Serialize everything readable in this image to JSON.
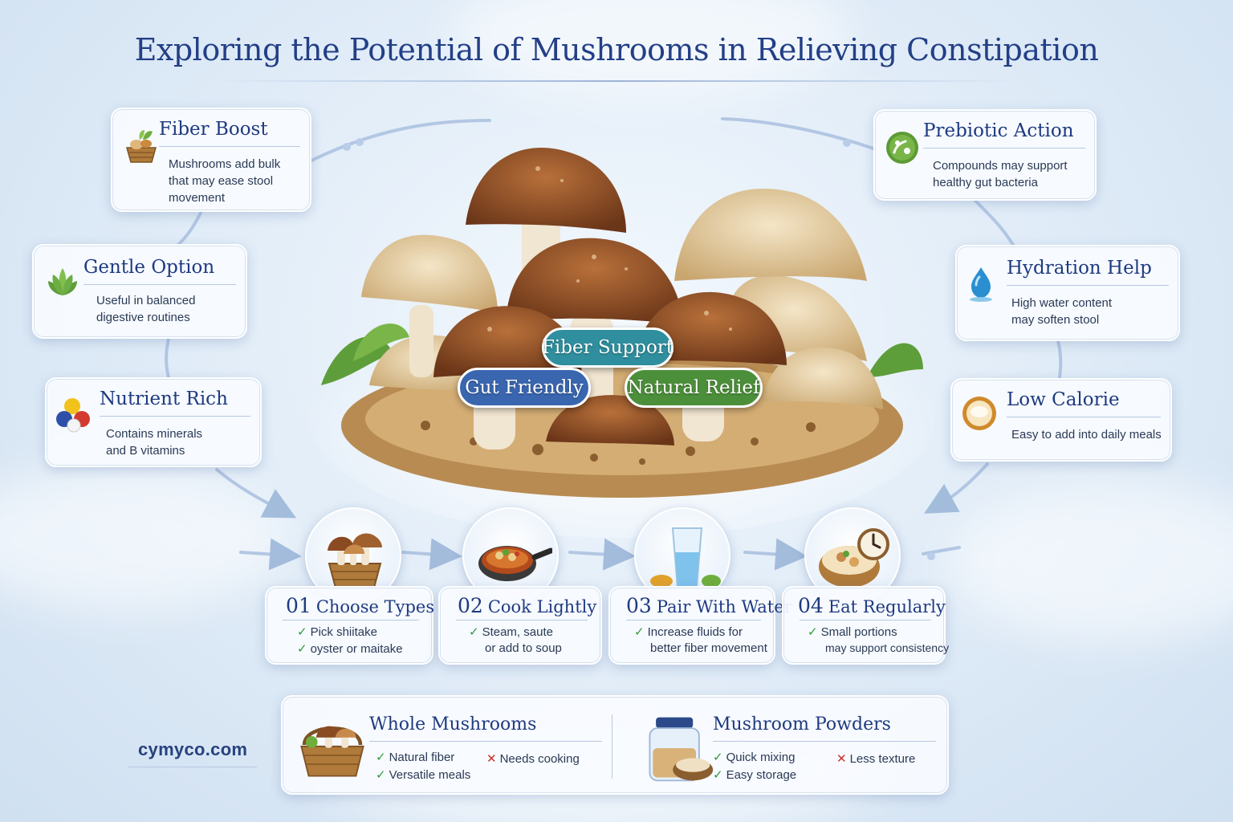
{
  "title": "Exploring the Potential of Mushrooms in Relieving Constipation",
  "benefits": [
    {
      "title": "Fiber Boost",
      "text": [
        "Mushrooms add bulk",
        "that may ease stool",
        "movement"
      ],
      "icon": "basket-icon"
    },
    {
      "title": "Gentle Option",
      "text": [
        "Useful in balanced",
        "digestive routines"
      ],
      "icon": "leaf-icon"
    },
    {
      "title": "Nutrient Rich",
      "text": [
        "Contains minerals",
        "and B vitamins"
      ],
      "icon": "nutrient-spheres-icon"
    },
    {
      "title": "Prebiotic Action",
      "text": [
        "Compounds may support",
        "healthy gut bacteria"
      ],
      "icon": "bacteria-icon"
    },
    {
      "title": "Hydration Help",
      "text": [
        "High water content",
        "may soften stool"
      ],
      "icon": "water-drop-icon"
    },
    {
      "title": "Low Calorie",
      "text": [
        "Easy to add into daily meals"
      ],
      "icon": "plate-icon"
    }
  ],
  "badges": [
    {
      "label": "Fiber Support",
      "color": "#2f8f9e"
    },
    {
      "label": "Gut Friendly",
      "color": "#3a66b0"
    },
    {
      "label": "Natural Relief",
      "color": "#4c8f3a"
    }
  ],
  "steps": [
    {
      "num": "01",
      "title": "Choose Types",
      "lines": [
        "Pick shiitake",
        "oyster or maitake"
      ],
      "checks": [
        true,
        true
      ],
      "icon": "mushroom-basket-icon"
    },
    {
      "num": "02",
      "title": "Cook Lightly",
      "lines": [
        "Steam, saute",
        "or add to soup"
      ],
      "checks": [
        true,
        false
      ],
      "icon": "frying-pan-icon"
    },
    {
      "num": "03",
      "title": "Pair With Water",
      "lines": [
        "Increase fluids for",
        "better fiber movement"
      ],
      "checks": [
        true,
        false
      ],
      "icon": "water-glass-icon"
    },
    {
      "num": "04",
      "title": "Eat Regularly",
      "lines": [
        "Small portions",
        "may support consistency"
      ],
      "checks": [
        true,
        false
      ],
      "icon": "clock-bowl-icon"
    }
  ],
  "comparison": [
    {
      "title": "Whole Mushrooms",
      "pros": [
        "Natural fiber",
        "Versatile meals"
      ],
      "cons": [
        "Needs cooking"
      ],
      "icon": "mushroom-basket-icon"
    },
    {
      "title": "Mushroom Powders",
      "pros": [
        "Quick mixing",
        "Easy storage"
      ],
      "cons": [
        "Less texture"
      ],
      "icon": "powder-jar-icon"
    }
  ],
  "site": "cymyco.com",
  "colors": {
    "title": "#233f86",
    "check": "#2f9a3a",
    "cross": "#c8322c"
  }
}
